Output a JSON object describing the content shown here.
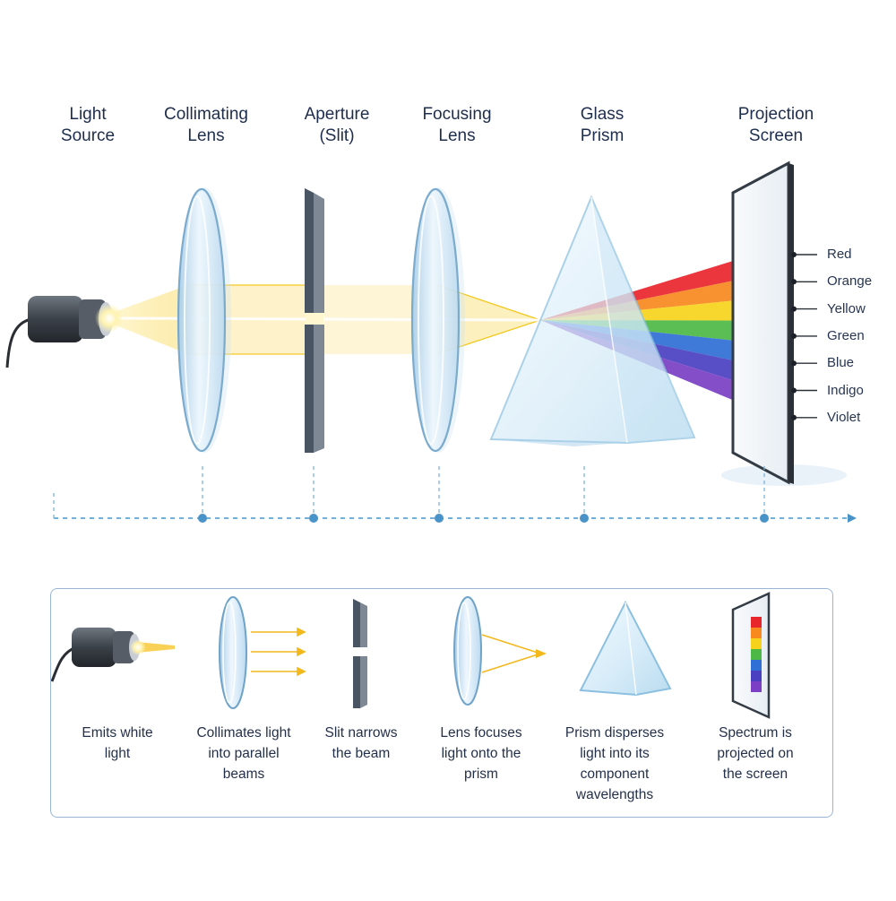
{
  "components": [
    {
      "id": "light-source",
      "title": [
        "Light",
        "Source"
      ],
      "caption": [
        "Emits white",
        "light"
      ]
    },
    {
      "id": "collimating-lens",
      "title": [
        "Collimating",
        "Lens"
      ],
      "caption": [
        "Collimates light",
        "into parallel",
        "beams"
      ]
    },
    {
      "id": "aperture-slit",
      "title": [
        "Aperture",
        "(Slit)"
      ],
      "caption": [
        "Slit narrows",
        "the beam"
      ]
    },
    {
      "id": "focusing-lens",
      "title": [
        "Focusing",
        "Lens"
      ],
      "caption": [
        "Lens focuses",
        "light onto the",
        "prism"
      ]
    },
    {
      "id": "glass-prism",
      "title": [
        "Glass",
        "Prism"
      ],
      "caption": [
        "Prism disperses",
        "light into its",
        "component",
        "wavelengths"
      ]
    },
    {
      "id": "projection-screen",
      "title": [
        "Projection",
        "Screen"
      ],
      "caption": [
        "Spectrum is",
        "projected on",
        "the screen"
      ]
    }
  ],
  "spectrum": [
    {
      "label": "Red",
      "color": "#e8252b"
    },
    {
      "label": "Orange",
      "color": "#f7891f"
    },
    {
      "label": "Yellow",
      "color": "#f6d21c"
    },
    {
      "label": "Green",
      "color": "#4db845"
    },
    {
      "label": "Blue",
      "color": "#2f6fd6"
    },
    {
      "label": "Indigo",
      "color": "#4a3fc0"
    },
    {
      "label": "Violet",
      "color": "#7a3fc4"
    }
  ],
  "colors": {
    "beam": "#f8d64e",
    "lens": "#cfe6f6",
    "lens_edge": "#6fa3c9",
    "slit": "#4a5563",
    "axis": "#4a93c9",
    "box_border": "#9ab6d6",
    "text": "#1f2d4d"
  }
}
